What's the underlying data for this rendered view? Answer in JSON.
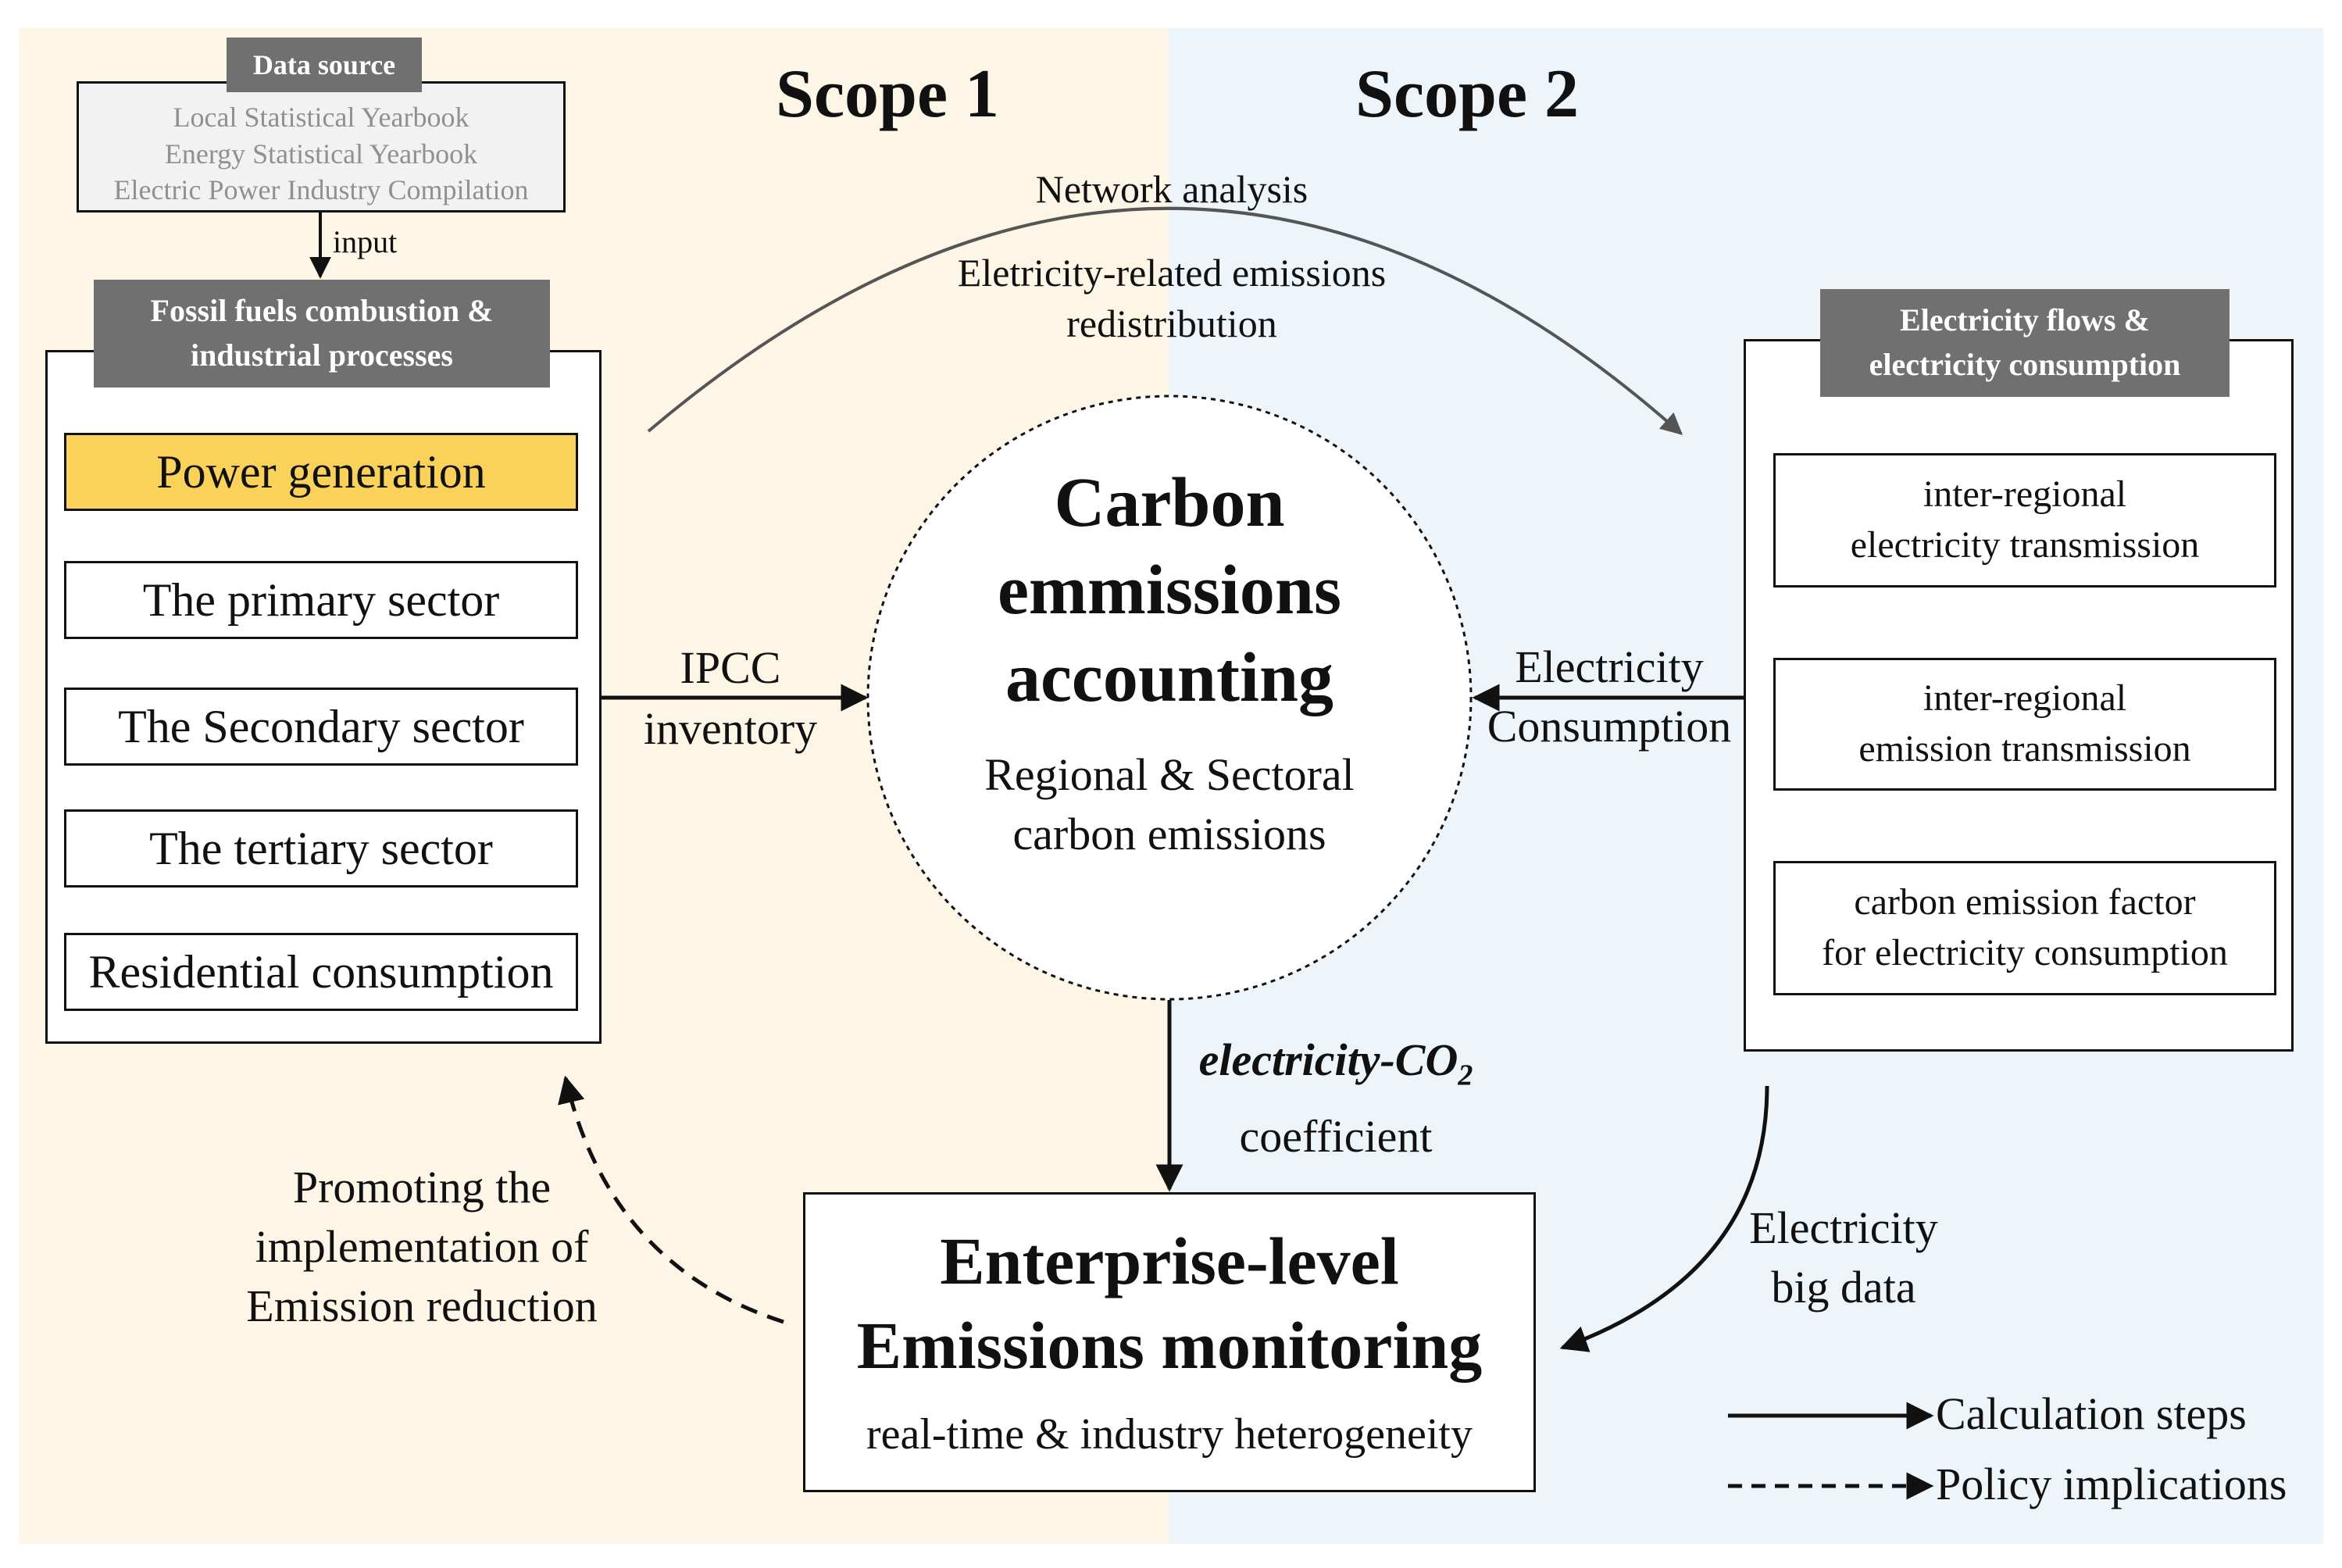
{
  "scopes": {
    "scope1": "Scope 1",
    "scope2": "Scope 2"
  },
  "data_source": {
    "label": "Data source",
    "items": [
      "Local Statistical Yearbook",
      "Energy Statistical Yearbook",
      "Electric Power Industry Compilation"
    ],
    "input_label": "input"
  },
  "fossil": {
    "label_line1": "Fossil fuels combustion &",
    "label_line2": "industrial processes",
    "sectors": [
      "Power generation",
      "The primary sector",
      "The Secondary sector",
      "The tertiary sector",
      "Residential consumption"
    ]
  },
  "network": {
    "line1": "Network analysis",
    "line2": "Eletricity-related emissions",
    "line3": "redistribution"
  },
  "center": {
    "title_line1": "Carbon",
    "title_line2": "emmissions",
    "title_line3": "accounting",
    "sub_line1": "Regional & Sectoral",
    "sub_line2": "carbon emissions"
  },
  "ipcc": {
    "line1": "IPCC",
    "line2": "inventory"
  },
  "elec_consumption": {
    "line1": "Electricity",
    "line2": "Consumption"
  },
  "electricity_panel": {
    "label_line1": "Electricity flows &",
    "label_line2": "electricity consumption",
    "boxes": [
      {
        "line1": "inter-regional",
        "line2": "electricity transmission"
      },
      {
        "line1": "inter-regional",
        "line2": "emission transmission"
      },
      {
        "line1": "carbon emission factor",
        "line2": "for electricity consumption"
      }
    ]
  },
  "coefficient": {
    "italic": "electricity-CO",
    "sub": "2",
    "line2": "coefficient"
  },
  "enterprise": {
    "title_line1": "Enterprise-level",
    "title_line2": "Emissions monitoring",
    "sub": "real-time & industry heterogeneity"
  },
  "promoting": {
    "line1": "Promoting the",
    "line2": "implementation of",
    "line3": "Emission reduction"
  },
  "big_data": {
    "line1": "Electricity",
    "line2": "big data"
  },
  "legend": {
    "calc": "Calculation steps",
    "policy": "Policy implications"
  },
  "colors": {
    "power_generation": "#fad25a",
    "label_gray": "#707070",
    "scope1_bg": "#fdf6e7",
    "scope2_bg": "#eef5fa"
  }
}
